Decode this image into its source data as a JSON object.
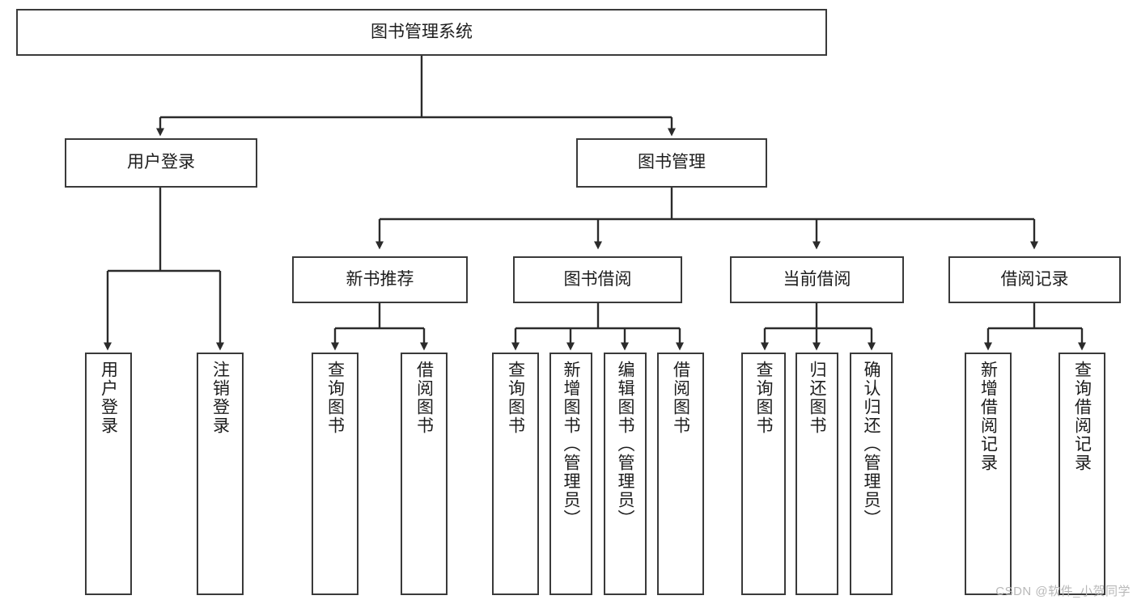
{
  "diagram": {
    "title": "图书管理系统",
    "type": "hierarchy-tree",
    "watermark": "CSDN @软件_小贺同学",
    "colors": {
      "box_border": "#3a3a3a",
      "box_fill": "#ffffff",
      "edge": "#2b2b2b",
      "text": "#1d1d1d",
      "watermark": "#b8b8b8"
    }
  },
  "nodes": {
    "root": {
      "label": "图书管理系统"
    },
    "level2": [
      {
        "label": "用户登录"
      },
      {
        "label": "图书管理"
      }
    ],
    "level3": [
      {
        "label": "新书推荐"
      },
      {
        "label": "图书借阅"
      },
      {
        "label": "当前借阅"
      },
      {
        "label": "借阅记录"
      }
    ],
    "leaves_user_login": [
      {
        "label": "用户登录"
      },
      {
        "label": "注销登录"
      }
    ],
    "leaves_new_books": [
      {
        "label": "查询图书"
      },
      {
        "label": "借阅图书"
      }
    ],
    "leaves_borrow": [
      {
        "label": "查询图书"
      },
      {
        "label": "新增图书（管理员）"
      },
      {
        "label": "编辑图书（管理员）"
      },
      {
        "label": "借阅图书"
      }
    ],
    "leaves_current": [
      {
        "label": "查询图书"
      },
      {
        "label": "归还图书"
      },
      {
        "label": "确认归还（管理员）"
      }
    ],
    "leaves_records": [
      {
        "label": "新增借阅记录"
      },
      {
        "label": "查询借阅记录"
      }
    ]
  }
}
